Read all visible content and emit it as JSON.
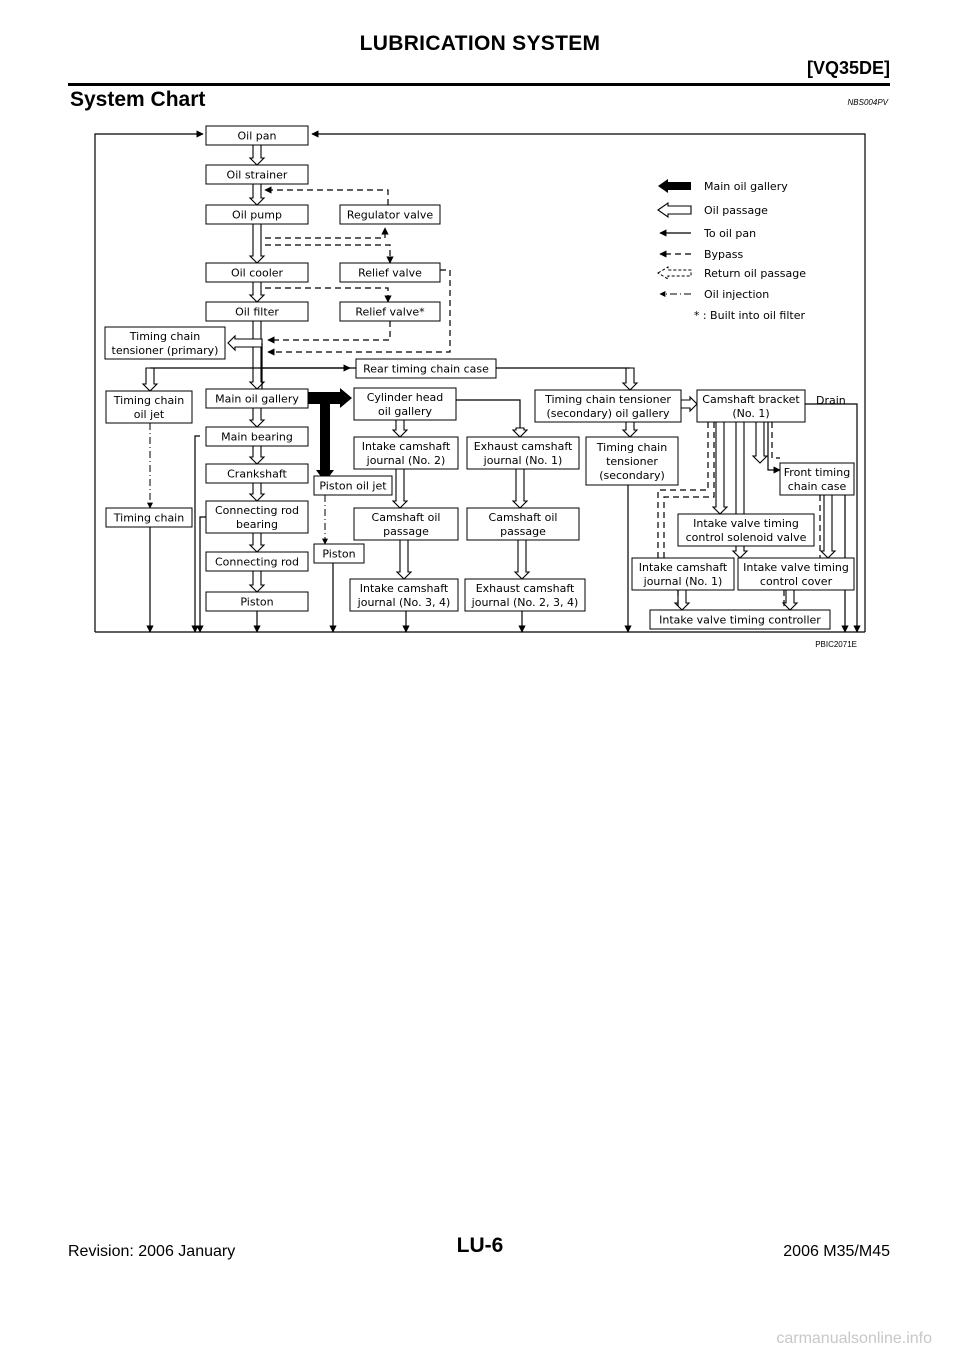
{
  "header": {
    "title": "LUBRICATION SYSTEM",
    "engine": "[VQ35DE]",
    "section_title": "System Chart",
    "section_code": "NBS004PV"
  },
  "diagram": {
    "figure_code": "PBIC2071E",
    "nodes": {
      "oil_pan": "Oil pan",
      "oil_strainer": "Oil strainer",
      "oil_pump": "Oil pump",
      "regulator_valve": "Regulator valve",
      "oil_cooler": "Oil cooler",
      "relief_valve": "Relief valve",
      "oil_filter": "Oil filter",
      "relief_valve_star": "Relief valve*",
      "tc_tensioner_primary": [
        "Timing chain",
        "tensioner (primary)"
      ],
      "rear_timing_chain_case": "Rear timing chain case",
      "tc_oil_jet": [
        "Timing chain",
        "oil jet"
      ],
      "main_oil_gallery": "Main oil gallery",
      "cyl_head_gallery": [
        "Cylinder head",
        "oil gallery"
      ],
      "tc_tensioner_secondary_gallery": [
        "Timing chain tensioner",
        "(secondary) oil gallery"
      ],
      "camshaft_bracket": [
        "Camshaft bracket",
        "(No. 1)"
      ],
      "drain": "Drain",
      "main_bearing": "Main bearing",
      "intake_cam_journal_2": [
        "Intake camshaft",
        "journal (No. 2)"
      ],
      "exhaust_cam_journal_1": [
        "Exhaust camshaft",
        "journal (No. 1)"
      ],
      "tc_tensioner_secondary": [
        "Timing chain",
        "tensioner",
        "(secondary)"
      ],
      "front_timing_chain_case": [
        "Front timing",
        "chain case"
      ],
      "crankshaft": "Crankshaft",
      "piston_oil_jet": "Piston oil jet",
      "timing_chain": "Timing chain",
      "conn_rod_bearing": [
        "Connecting rod",
        "bearing"
      ],
      "intake_cam_oil_passage": [
        "Camshaft oil",
        "passage"
      ],
      "exhaust_cam_oil_passage": [
        "Camshaft oil",
        "passage"
      ],
      "ivt_solenoid": [
        "Intake valve timing",
        "control solenoid valve"
      ],
      "connecting_rod": "Connecting rod",
      "piston_jet_target": "Piston",
      "intake_cam_journal_1": [
        "Intake camshaft",
        "journal (No. 1)"
      ],
      "ivt_cover": [
        "Intake valve timing",
        "control cover"
      ],
      "piston": "Piston",
      "intake_cam_journal_34": [
        "Intake camshaft",
        "journal (No. 3, 4)"
      ],
      "exhaust_cam_journal_234": [
        "Exhaust camshaft",
        "journal (No. 2, 3, 4)"
      ],
      "ivt_controller": "Intake valve timing controller"
    },
    "legend": {
      "main_oil_gallery": "Main oil gallery",
      "oil_passage": "Oil passage",
      "to_oil_pan": "To oil pan",
      "bypass": "Bypass",
      "return_oil_passage": "Return oil passage",
      "oil_injection": "Oil injection",
      "footnote": "* : Built into oil filter"
    }
  },
  "footer": {
    "revision": "Revision: 2006 January",
    "page": "LU-6",
    "model": "2006 M35/M45",
    "watermark": "carmanualsonline.info"
  }
}
